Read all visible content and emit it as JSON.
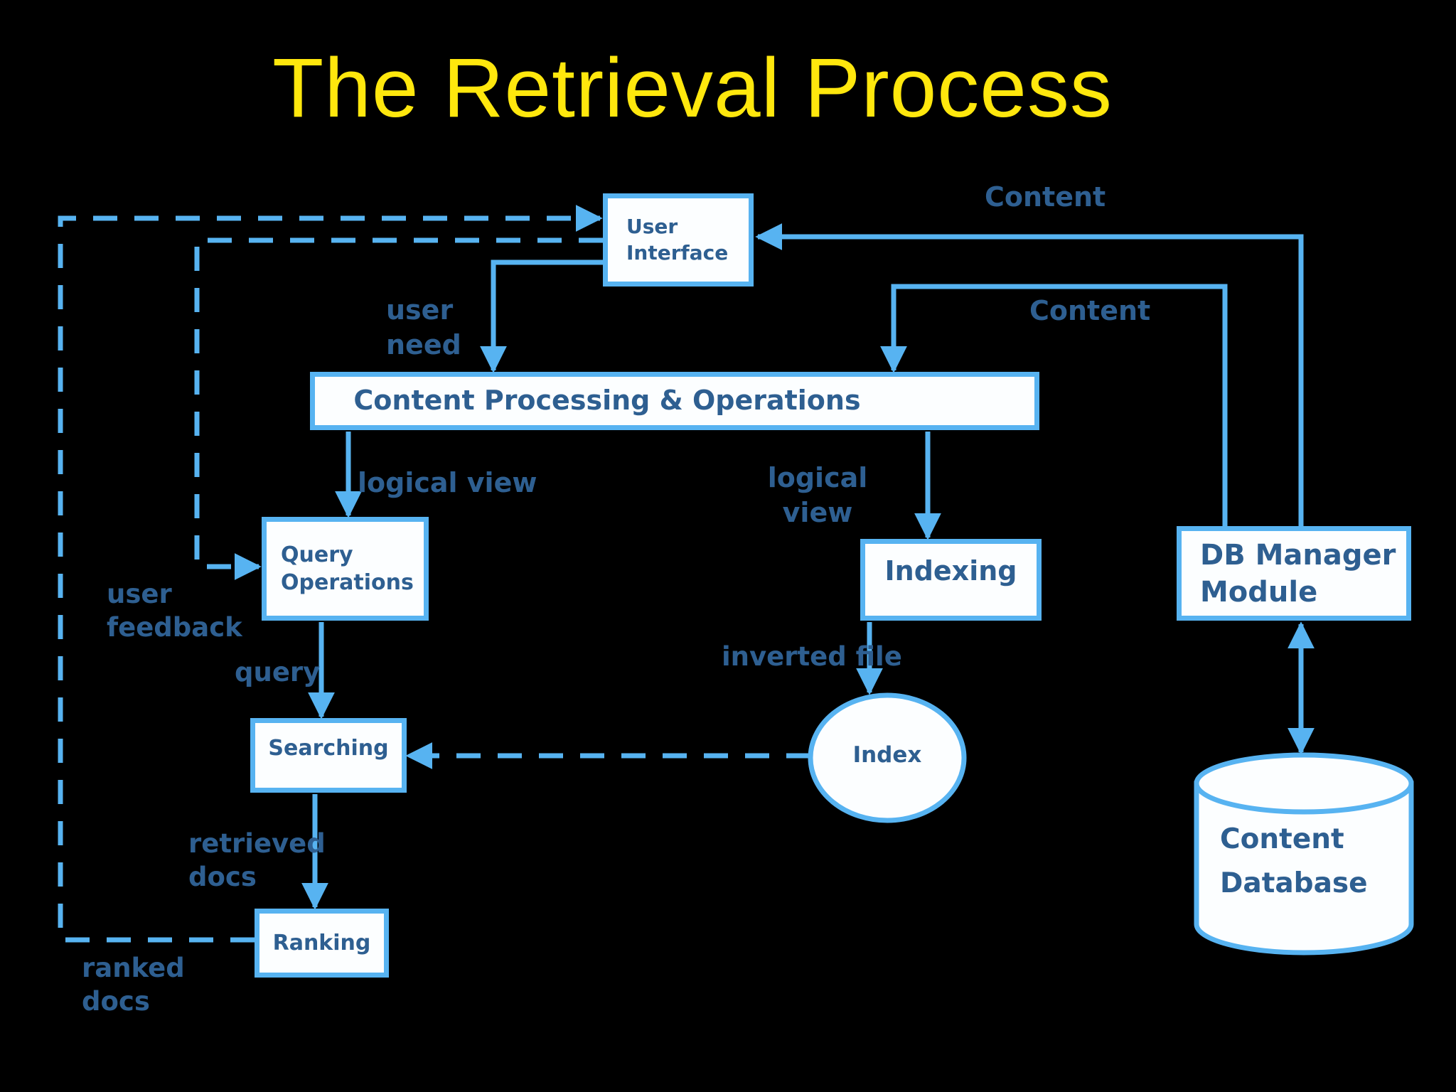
{
  "title": "The Retrieval Process",
  "colors": {
    "background": "#000000",
    "accent_blue": "#57b3f1",
    "box_fill": "#fcfeff",
    "text_navy": "#2e5f91",
    "title_yellow": "#ffe70d"
  },
  "nodes": {
    "user_interface": {
      "line1": "User",
      "line2": "Interface"
    },
    "content_processing": {
      "label": "Content Processing & Operations"
    },
    "query_operations": {
      "line1": "Query",
      "line2": "Operations"
    },
    "indexing": {
      "label": "Indexing"
    },
    "db_manager": {
      "line1": "DB Manager",
      "line2": "Module"
    },
    "searching": {
      "label": "Searching"
    },
    "ranking": {
      "label": "Ranking"
    },
    "index": {
      "label": "Index"
    },
    "content_database": {
      "line1": "Content",
      "line2": "Database"
    }
  },
  "edge_labels": {
    "content_top": "Content",
    "content_mid": "Content",
    "user_need_line1": "user",
    "user_need_line2": "need",
    "logical_view_left": "logical view",
    "logical_view_right_line1": "logical",
    "logical_view_right_line2": "view",
    "user_feedback_line1": "user",
    "user_feedback_line2": "feedback",
    "query": "query",
    "inverted_file": "inverted file",
    "retrieved_docs_line1": "retrieved",
    "retrieved_docs_line2": "docs",
    "ranked_docs_line1": "ranked",
    "ranked_docs_line2": "docs"
  }
}
